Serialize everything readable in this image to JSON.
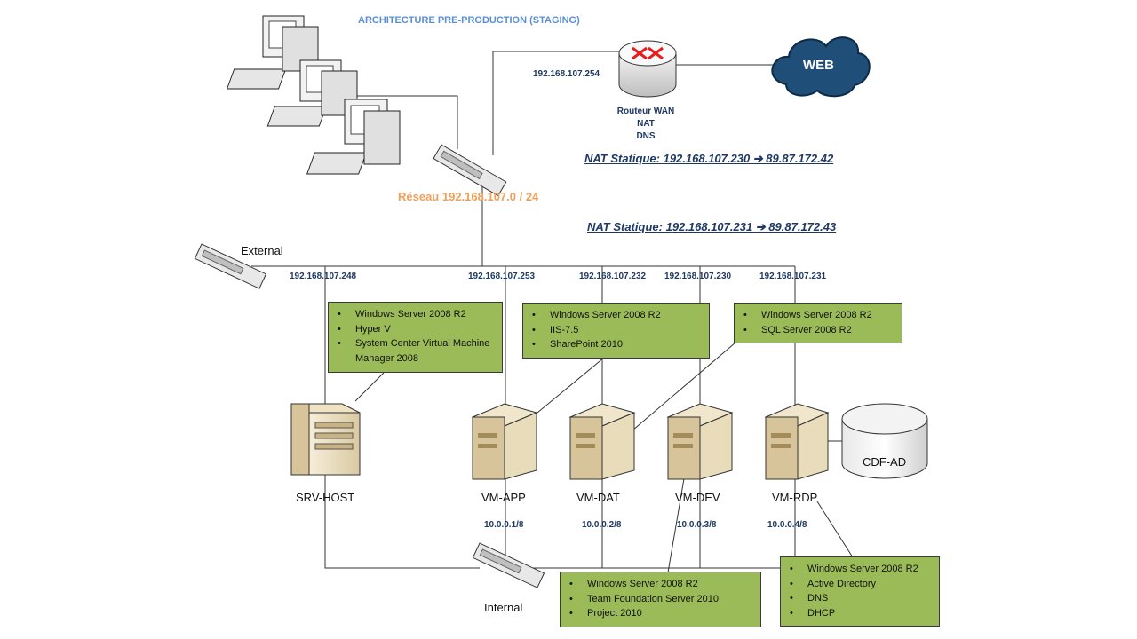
{
  "title": "ARCHITECTURE PRE-PRODUCTION (STAGING)",
  "router": {
    "ip": "192.168.107.254",
    "lines": [
      "Routeur WAN",
      "NAT",
      "DNS"
    ]
  },
  "cloud_label": "WEB",
  "network_label": "Réseau 192.168.107.0 / 24",
  "nat": [
    "NAT Statique: 192.168.107.230 ➔ 89.87.172.42",
    "NAT Statique: 192.168.107.231 ➔ 89.87.172.43"
  ],
  "switches": {
    "external": "External",
    "internal": "Internal"
  },
  "ips": {
    "host": "192.168.107.248",
    "app": "192.168.107.253",
    "dat": "192.168.107.232",
    "dev": "192.168.107.230",
    "rdp": "192.168.107.231"
  },
  "internal_ips": {
    "app": "10.0.0.1/8",
    "dat": "10.0.0.2/8",
    "dev": "10.0.0.3/8",
    "rdp": "10.0.0.4/8"
  },
  "servers": {
    "host": "SRV-HOST",
    "app": "VM-APP",
    "dat": "VM-DAT",
    "dev": "VM-DEV",
    "rdp": "VM-RDP"
  },
  "database": "CDF-AD",
  "boxes": {
    "host": [
      " Windows Server 2008 R2",
      "Hyper V",
      "System Center Virtual Machine Manager 2008"
    ],
    "app": [
      "Windows Server 2008 R2",
      "IIS-7.5",
      "SharePoint 2010"
    ],
    "sql": [
      "Windows Server 2008 R2",
      "SQL Server 2008 R2"
    ],
    "dev": [
      "Windows Server 2008 R2",
      " Team Foundation Server 2010",
      "Project 2010"
    ],
    "rdp": [
      "Windows Server 2008 R2",
      "Active Directory",
      "DNS",
      "DHCP"
    ]
  },
  "colors": {
    "box_fill": "#9bbb59",
    "ip_text": "#1f3864",
    "network_text": "#f0a05a",
    "title_text": "#5b8fd4",
    "cloud": "#1f4e79"
  }
}
